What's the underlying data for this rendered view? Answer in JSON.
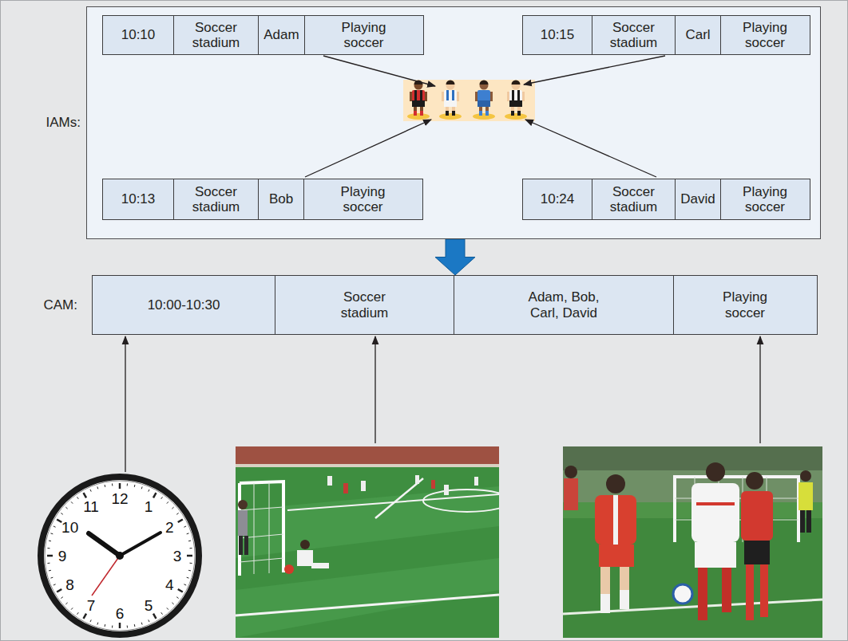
{
  "diagram": {
    "nodes": [
      {
        "text": [
          "IAMs:"
        ]
      },
      {
        "text": [
          "10:10"
        ],
        "in": 0
      },
      {
        "text": [
          "Soccer stadium"
        ],
        "in": 0
      },
      {
        "text": [
          "Adam"
        ],
        "in": 0
      },
      {
        "text": [
          "Playing soccer"
        ],
        "in": 0
      },
      {
        "text": [
          "10:15"
        ],
        "in": 0
      },
      {
        "text": [
          "Soccer stadium"
        ],
        "in": 0
      },
      {
        "text": [
          "Carl"
        ],
        "in": 0
      },
      {
        "text": [
          "Playing soccer"
        ],
        "in": 0
      },
      {
        "text": [
          "10:13"
        ],
        "in": 0
      },
      {
        "text": [
          "Soccer stadium"
        ],
        "in": 0
      },
      {
        "text": [
          "Bob"
        ],
        "in": 0
      },
      {
        "text": [
          "Playing soccer"
        ],
        "in": 0
      },
      {
        "text": [
          "10:24"
        ],
        "in": 0
      },
      {
        "text": [
          "Soccer stadium"
        ],
        "in": 0
      },
      {
        "text": [
          "David"
        ],
        "in": 0
      },
      {
        "text": [
          "Playing soccer"
        ],
        "in": 0
      },
      {
        "text": [
          "CAM:"
        ]
      },
      {
        "text": [
          "10:00-10:30"
        ],
        "in": 17
      },
      {
        "text": [
          "Soccer stadium"
        ],
        "in": 17
      },
      {
        "text": [
          "Adam, Bob, Carl, David"
        ],
        "in": 17
      },
      {
        "text": [
          "Playing soccer"
        ],
        "in": 17
      }
    ],
    "edges": [
      {
        "from": 0,
        "to": 17,
        "arrow": "to"
      }
    ],
    "labels": [
      "12",
      "1",
      "2",
      "3",
      "4",
      "5",
      "6",
      "7",
      "8",
      "9",
      "10",
      "11"
    ]
  }
}
